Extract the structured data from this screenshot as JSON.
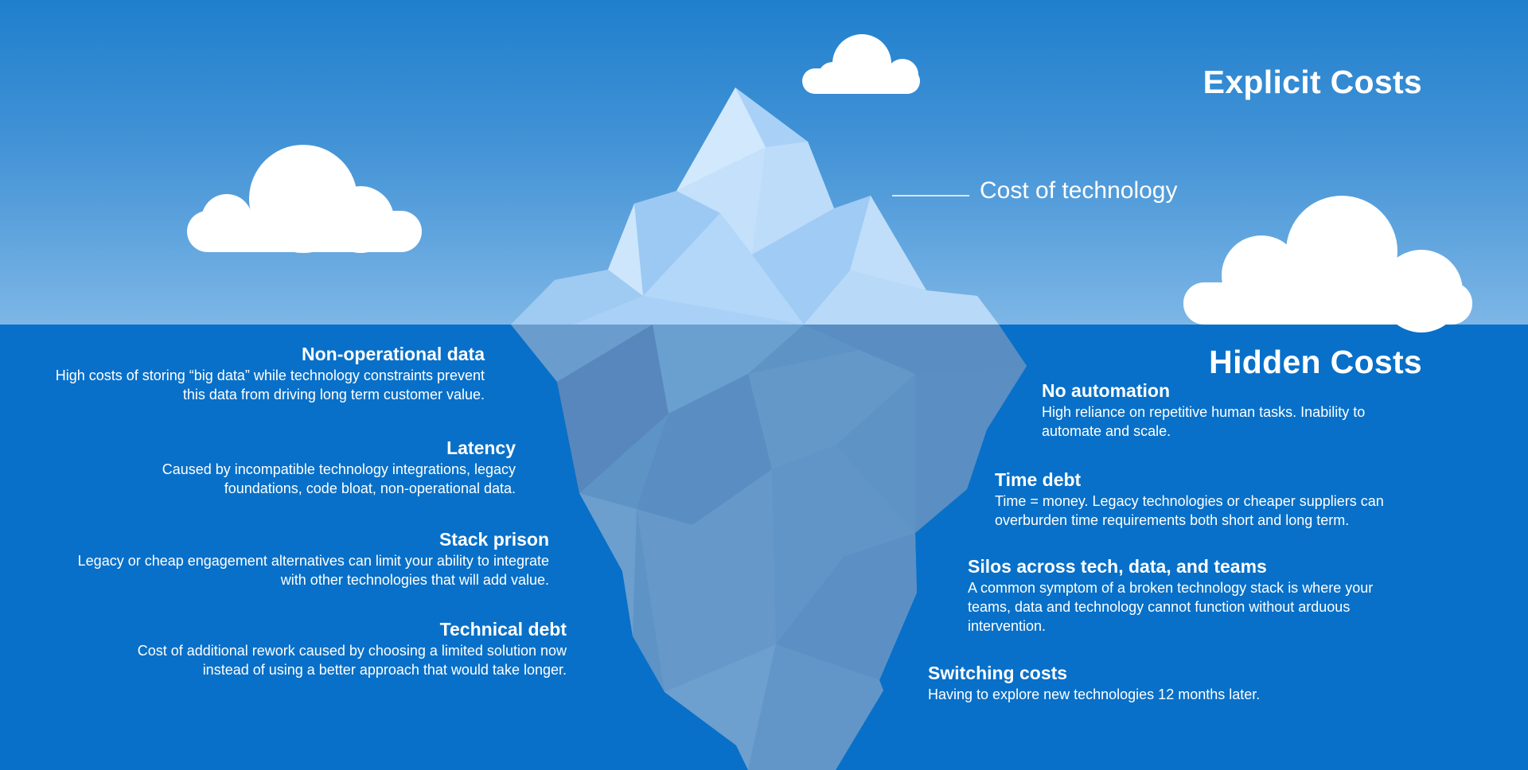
{
  "headings": {
    "explicit": "Explicit Costs",
    "hidden": "Hidden Costs"
  },
  "tip_label": "Cost of technology",
  "colors": {
    "sky_top": "#1f7fcd",
    "sky_bottom": "#7db6e6",
    "sea": "#0870c8",
    "iceberg_tip": "#a9d1f7",
    "iceberg_underwater": "#5e93c6",
    "cloud": "#ffffff"
  },
  "hidden_costs_left": [
    {
      "title": "Non-operational data",
      "desc": "High costs of storing “big data” while technology constraints prevent this data from driving long term customer value."
    },
    {
      "title": "Latency",
      "desc": "Caused by incompatible technology integrations, legacy foundations, code bloat, non-operational data."
    },
    {
      "title": "Stack prison",
      "desc": "Legacy or cheap engagement alternatives can limit your ability to integrate with other technologies that will add value."
    },
    {
      "title": "Technical debt",
      "desc": "Cost of additional rework caused by choosing a limited solution now instead of using a better approach that would take longer."
    }
  ],
  "hidden_costs_right": [
    {
      "title": "No automation",
      "desc": "High reliance on repetitive human tasks. Inability to automate and scale."
    },
    {
      "title": "Time debt",
      "desc": "Time = money. Legacy technologies or cheaper suppliers can overburden time requirements both short and long term."
    },
    {
      "title": "Silos across tech, data, and teams",
      "desc": "A common symptom of a broken technology stack is where your teams, data and technology cannot function without arduous intervention."
    },
    {
      "title": "Switching costs",
      "desc": "Having to explore new technologies 12 months later."
    }
  ]
}
